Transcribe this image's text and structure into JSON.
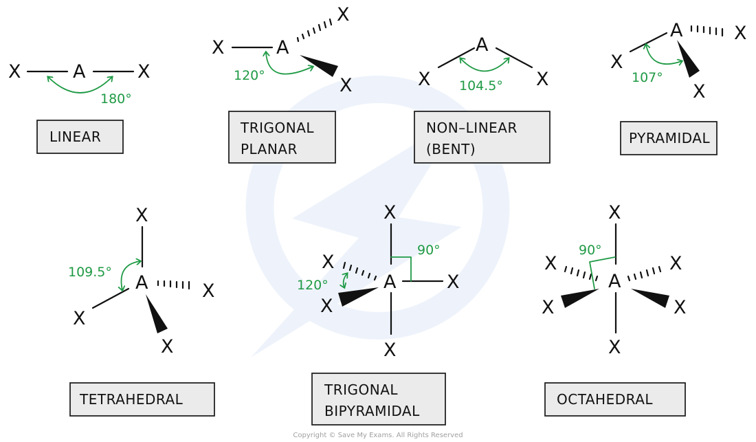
{
  "title": "Molecular shapes (VSEPR)",
  "colors": {
    "bond": "#111111",
    "angle": "#1f9a45",
    "label_fill": "#ebebeb",
    "watermark": "#eef3fb"
  },
  "central_atom": "A",
  "ligand_atom": "X",
  "shapes": [
    {
      "id": "linear",
      "label_lines": [
        "LINEAR"
      ],
      "angle": "180°"
    },
    {
      "id": "trigonal-planar",
      "label_lines": [
        "TRIGONAL",
        "PLANAR"
      ],
      "angle": "120°"
    },
    {
      "id": "non-linear",
      "label_lines": [
        "NON–LINEAR",
        "(BENT)"
      ],
      "angle": "104.5°"
    },
    {
      "id": "pyramidal",
      "label_lines": [
        "PYRAMIDAL"
      ],
      "angle": "107°"
    },
    {
      "id": "tetrahedral",
      "label_lines": [
        "TETRAHEDRAL"
      ],
      "angle": "109.5°"
    },
    {
      "id": "trigonal-bipyramidal",
      "label_lines": [
        "TRIGONAL",
        "BIPYRAMIDAL"
      ],
      "angles": [
        "120°",
        "90°"
      ]
    },
    {
      "id": "octahedral",
      "label_lines": [
        "OCTAHEDRAL"
      ],
      "angle": "90°"
    }
  ],
  "copyright": "Copyright © Save My Exams. All Rights Reserved"
}
